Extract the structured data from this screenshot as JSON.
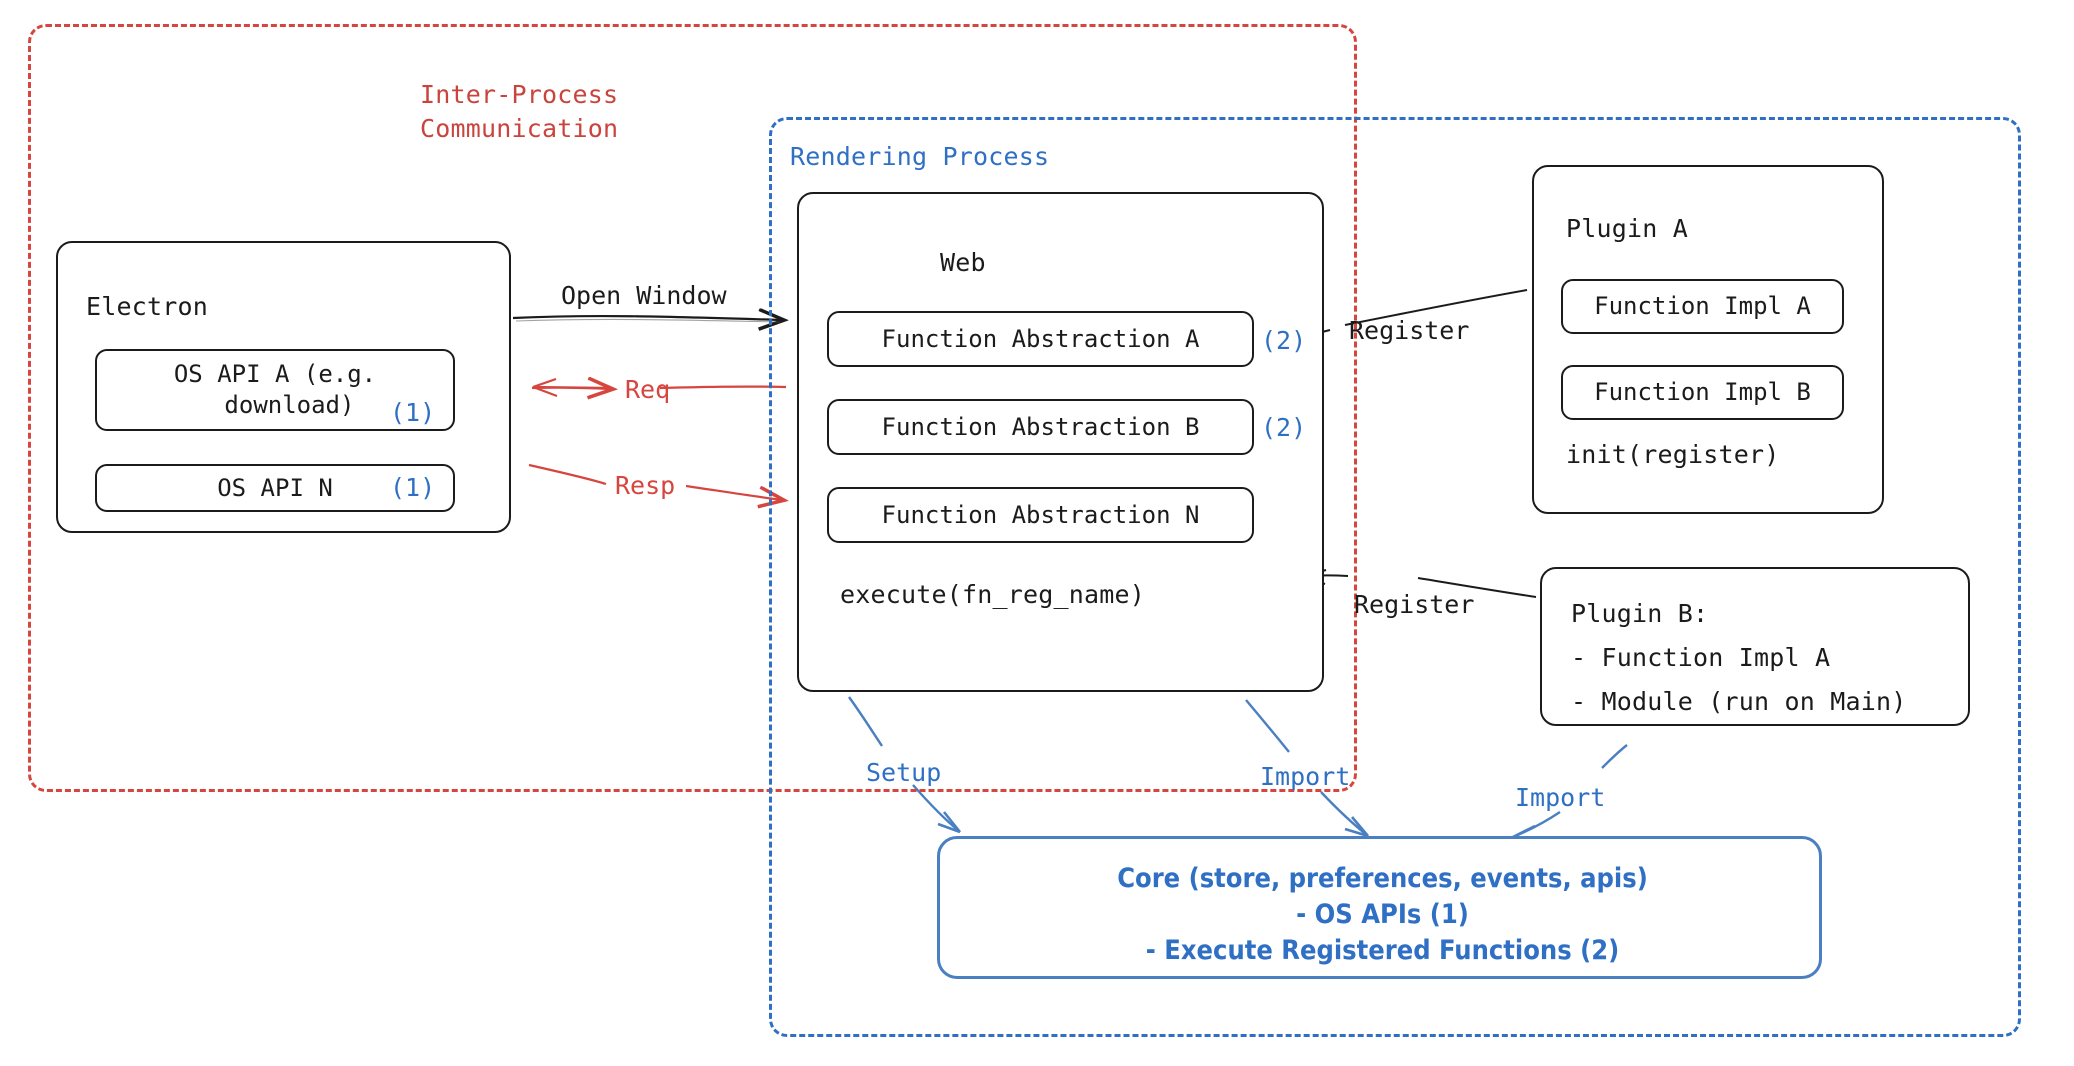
{
  "diagram": {
    "title": "Electron Plugin Architecture",
    "colors": {
      "ipc_red": "#d6453e",
      "render_blue": "#2f6fc4",
      "node_black": "#1b1b1b",
      "core_blue": "#4a7fc1",
      "background": "#ffffff"
    }
  },
  "groups": {
    "ipc": {
      "title": "Inter-Process\nCommunication",
      "border_style": "dashed",
      "color": "#d6453e"
    },
    "rendering": {
      "title": "Rendering Process",
      "border_style": "dashed",
      "color": "#2f6fc4"
    }
  },
  "nodes": {
    "electron": {
      "title": "Electron",
      "children": [
        {
          "label": "OS API A (e.g.\n  download)",
          "annotation": "(1)"
        },
        {
          "label": "OS API N",
          "annotation": "(1)"
        }
      ]
    },
    "web": {
      "title": "Web",
      "children": [
        {
          "label": "Function Abstraction A",
          "annotation": "(2)"
        },
        {
          "label": "Function Abstraction B",
          "annotation": "(2)"
        },
        {
          "label": "Function Abstraction N",
          "annotation": ""
        }
      ],
      "footer": "execute(fn_reg_name)"
    },
    "plugin_a": {
      "title": "Plugin A",
      "children": [
        {
          "label": "Function Impl A"
        },
        {
          "label": "Function Impl B"
        }
      ],
      "footer": "init(register)"
    },
    "plugin_b": {
      "text": "Plugin B:\n- Function Impl A\n- Module (run on Main)"
    },
    "core": {
      "text": "Core (store, preferences, events, apis)\n- OS APIs (1)\n- Execute Registered Functions (2)"
    }
  },
  "edges": [
    {
      "name": "open-window",
      "label": "Open Window",
      "color": "#1b1b1b",
      "from": "electron",
      "to": "web"
    },
    {
      "name": "req",
      "label": "Req",
      "color": "#d6453e",
      "from": "web",
      "to": "electron"
    },
    {
      "name": "resp",
      "label": "Resp",
      "color": "#d6453e",
      "from": "electron",
      "to": "web"
    },
    {
      "name": "register-a",
      "label": "Register",
      "color": "#1b1b1b",
      "from": "plugin_a",
      "to": "web"
    },
    {
      "name": "register-b",
      "label": "Register",
      "color": "#1b1b1b",
      "from": "plugin_b",
      "to": "web"
    },
    {
      "name": "setup",
      "label": "Setup",
      "color": "#2f6fc4",
      "from": "web",
      "to": "core"
    },
    {
      "name": "import-web",
      "label": "Import",
      "color": "#2f6fc4",
      "from": "web",
      "to": "core"
    },
    {
      "name": "import-plugin-b",
      "label": "Import",
      "color": "#2f6fc4",
      "from": "plugin_b",
      "to": "core"
    }
  ]
}
